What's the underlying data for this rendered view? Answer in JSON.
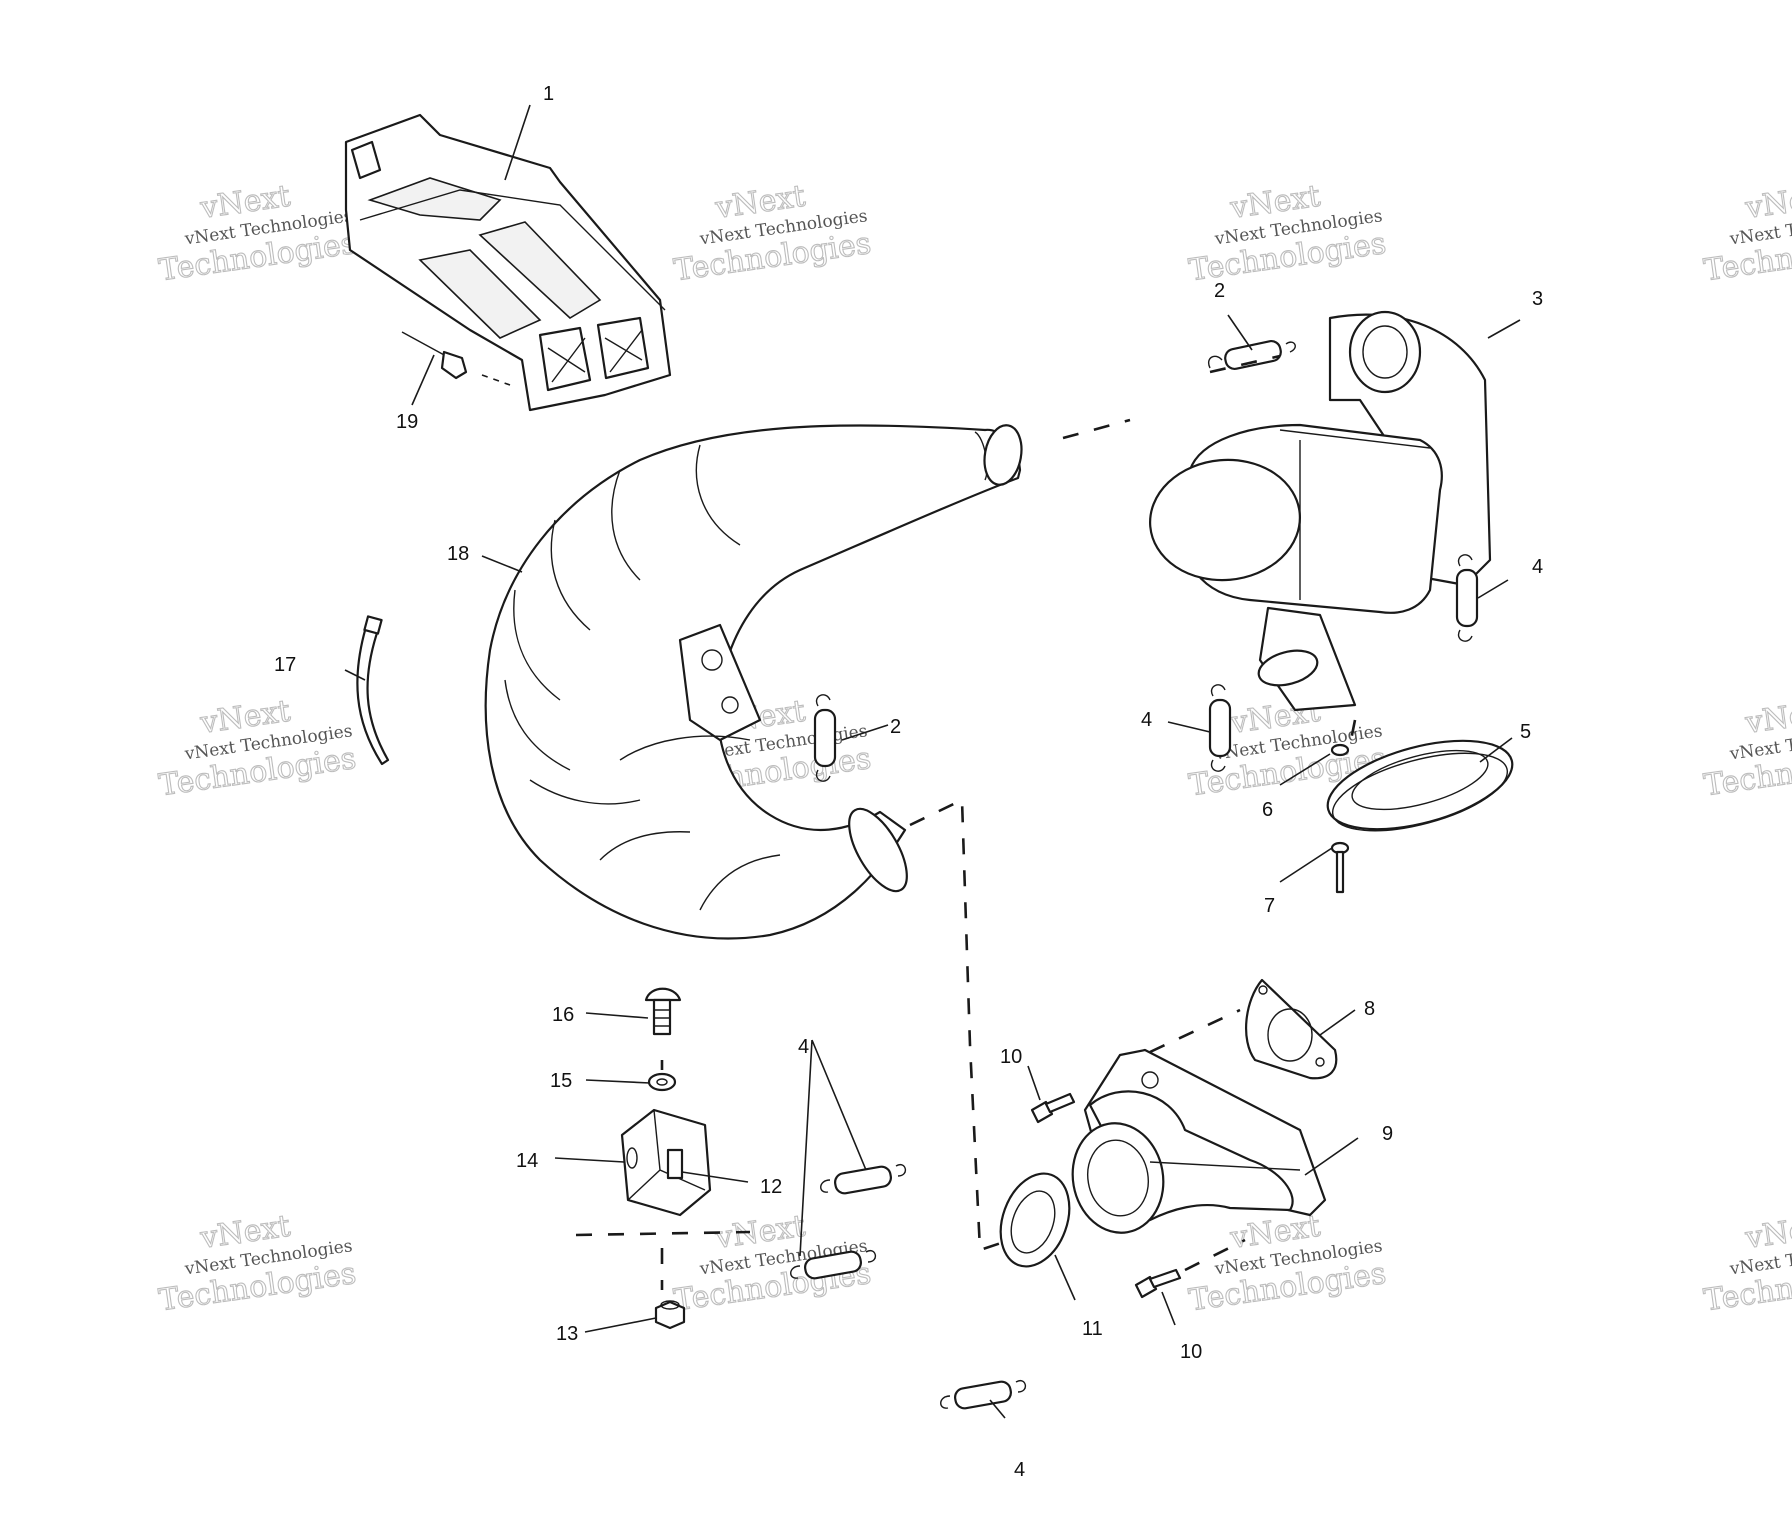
{
  "watermark": {
    "top_line": "vNext",
    "middle_line": "vNext Technologies",
    "bottom_line": "Technologies"
  },
  "callouts": {
    "c1": "1",
    "c2a": "2",
    "c2b": "2",
    "c3": "3",
    "c4a": "4",
    "c4b": "4",
    "c4c": "4",
    "c4d": "4",
    "c5": "5",
    "c6": "6",
    "c7": "7",
    "c8": "8",
    "c9": "9",
    "c10a": "10",
    "c10b": "10",
    "c11": "11",
    "c12": "12",
    "c13": "13",
    "c14": "14",
    "c15": "15",
    "c16": "16",
    "c17": "17",
    "c18": "18",
    "c19": "19"
  }
}
